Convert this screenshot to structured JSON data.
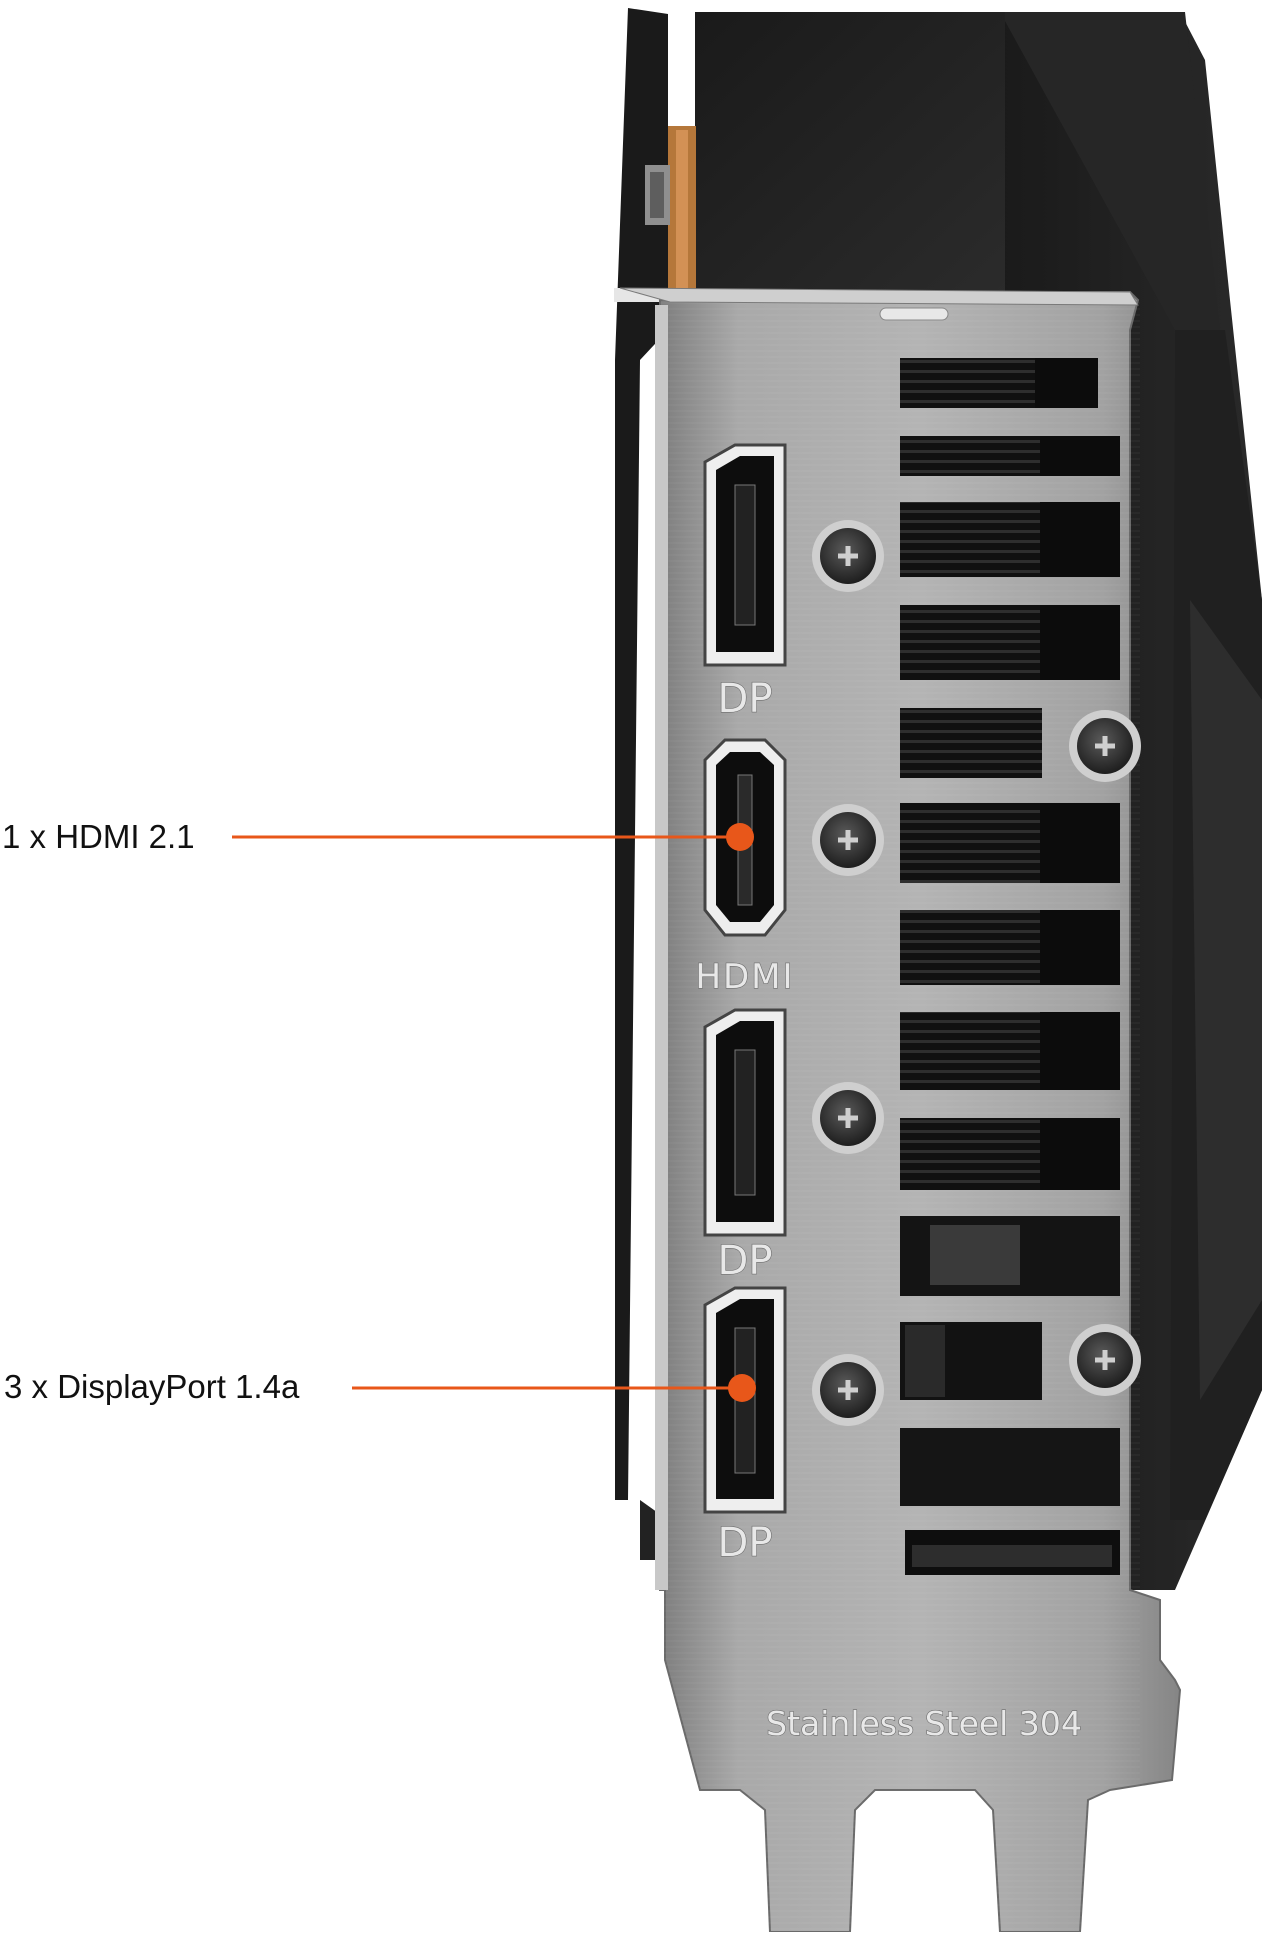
{
  "callouts": {
    "hdmi": {
      "label": "1 x HDMI 2.1"
    },
    "displayport": {
      "label": "3 x DisplayPort 1.4a"
    }
  },
  "bracket_labels": {
    "port_1": "DP",
    "port_2": "HDMI",
    "port_3": "DP",
    "port_4": "DP",
    "material": "Stainless Steel 304"
  },
  "colors": {
    "callout_accent": "#E8571A",
    "bracket_steel": "#9a9a9a",
    "card_shroud": "#141414",
    "background": "#ffffff"
  }
}
